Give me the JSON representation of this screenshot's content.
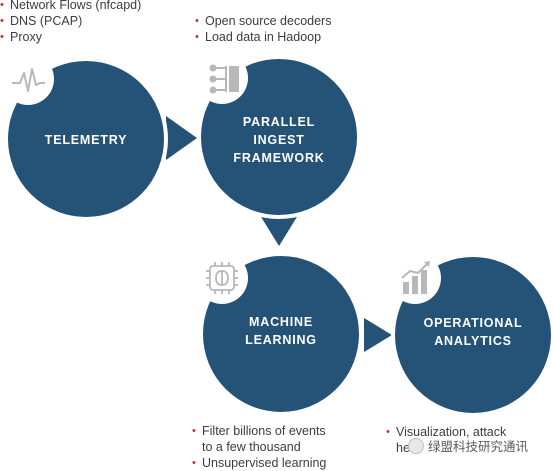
{
  "colors": {
    "circle": "#255378",
    "circle_border": "#ffffff",
    "icon_badge": "#ffffff",
    "icon": "#b8b8b8",
    "bullet": "#c0392b",
    "text": "#3d3d3d"
  },
  "nodes": {
    "telemetry": {
      "label": "TELEMETRY",
      "icon": "pulse-waveform-icon"
    },
    "ingest": {
      "line1": "PARALLEL",
      "line2": "INGEST",
      "line3": "FRAMEWORK",
      "icon": "network-hub-icon"
    },
    "ml": {
      "line1": "MACHINE",
      "line2": "LEARNING",
      "icon": "brain-chip-icon"
    },
    "analytics": {
      "line1": "OPERATIONAL",
      "line2": "ANALYTICS",
      "icon": "bar-chart-trend-icon"
    }
  },
  "bullets": {
    "telemetry": [
      "Network Flows (nfcapd)",
      "DNS (PCAP)",
      "Proxy"
    ],
    "ingest": [
      "Open source decoders",
      "Load data in Hadoop"
    ],
    "ml": [
      "Filter billions of events",
      "to a few thousand",
      "Unsupervised learning"
    ],
    "analytics": [
      "Visualization, attack",
      "he"
    ]
  },
  "watermark": {
    "text": "绿盟科技研究通讯"
  }
}
